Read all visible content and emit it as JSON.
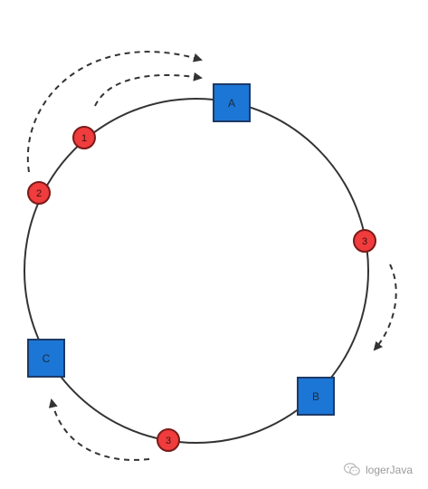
{
  "nodes": [
    {
      "id": "A",
      "label": "A"
    },
    {
      "id": "B",
      "label": "B"
    },
    {
      "id": "C",
      "label": "C"
    }
  ],
  "items": [
    {
      "id": "item-1",
      "label": "1"
    },
    {
      "id": "item-2",
      "label": "2"
    },
    {
      "id": "item-3-right",
      "label": "3"
    },
    {
      "id": "item-3-bottom",
      "label": "3"
    }
  ],
  "colors": {
    "node_fill": "#1c76d6",
    "node_stroke": "#1d3a66",
    "item_fill": "#f03c3c",
    "item_stroke": "#7a1a1a",
    "ring": "#333333",
    "arrow": "#333333"
  },
  "watermark": {
    "text": "logerJava",
    "icon": "wechat-icon"
  }
}
